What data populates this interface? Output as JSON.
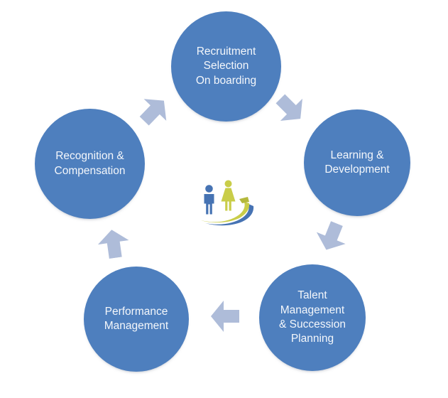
{
  "diagram": {
    "type": "cycle",
    "direction": "clockwise",
    "nodes": [
      {
        "id": "recruitment",
        "label": "Recruitment\nSelection\nOn boarding"
      },
      {
        "id": "learning",
        "label": "Learning &\nDevelopment"
      },
      {
        "id": "talent",
        "label": "Talent\nManagement\n& Succession\nPlanning"
      },
      {
        "id": "performance",
        "label": "Performance\nManagement"
      },
      {
        "id": "recognition",
        "label": "Recognition &\nCompensation"
      }
    ],
    "arrows": [
      {
        "from": "recruitment",
        "to": "learning"
      },
      {
        "from": "learning",
        "to": "talent"
      },
      {
        "from": "talent",
        "to": "performance"
      },
      {
        "from": "performance",
        "to": "recognition"
      },
      {
        "from": "recognition",
        "to": "recruitment"
      }
    ],
    "center_icon": "people-growth-icon"
  },
  "colors": {
    "background": "#ffffff",
    "circle_fill": "#4e7fbe",
    "label_text": "#f4f7fb",
    "arrow_fill": "#aebcd9",
    "icon_man_blue": "#4673b3",
    "icon_woman_yellow": "#c9cd49",
    "icon_fold_dark_yellow": "#b4b83c"
  }
}
